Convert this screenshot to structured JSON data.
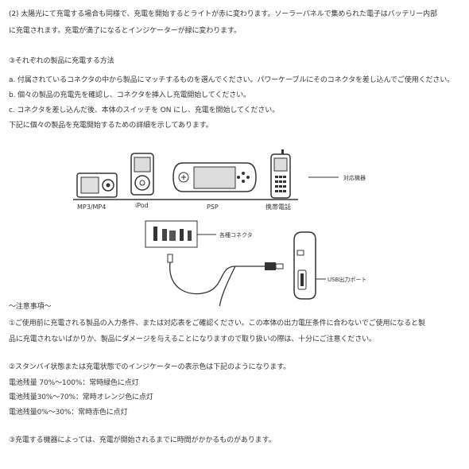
{
  "intro": {
    "line1": "(2) 太陽光にて充電する場合も同様で、充電を開始するとライトが赤に変わります。ソーラーパネルで集められた電子はバッテリー内部",
    "line2": "に充電されます。充電が満了になるとインジケーターが緑に変わります。"
  },
  "method": {
    "heading": "③それぞれの製品に充電する方法",
    "step_a": "a. 付属されているコネクタの中から製品にマッチするものを選んでください。パワーケーブルにそのコネクタを差し込んでご使用ください。",
    "step_b": "b. 個々の製品の充電先を確認し、コネクタを挿入し充電開始してください。",
    "step_c": "c. コネクタを差し込んだ後、本体のスイッチを ON にし、充電を開始してください。",
    "note": "下記に個々の製品を充電開始するための詳細を示してあります。"
  },
  "diagram": {
    "devices": [
      "MP3/MP4",
      "iPod",
      "PSP",
      "携帯電話"
    ],
    "devices_label": "対応機器",
    "connectors_label": "各種コネクタ",
    "usb_label": "USB出力ポート"
  },
  "cautions": {
    "heading": "〜注意事項〜",
    "c1_line1": "①ご使用前に充電される製品の入力条件、または対応表をご確認ください。この本体の出力電圧条件に合わないでご使用になると製",
    "c1_line2": "品に充電されないばかりか、製品にダメージを与えることになりますので取り扱いの際は、十分にご注意ください。",
    "c2_heading": "②スタンバイ状態または充電状態でのインジケーターの表示色は下記のようになります。",
    "battery_levels": [
      "電池残量 70%〜100%：常時緑色に点灯",
      "電池残量30%〜70%：常時オレンジ色に点灯",
      "電池残量0%〜30%：常時赤色に点灯"
    ],
    "c3": "③充電する機器によっては、充電が開始されるまでに時間がかかるものがあります。"
  }
}
